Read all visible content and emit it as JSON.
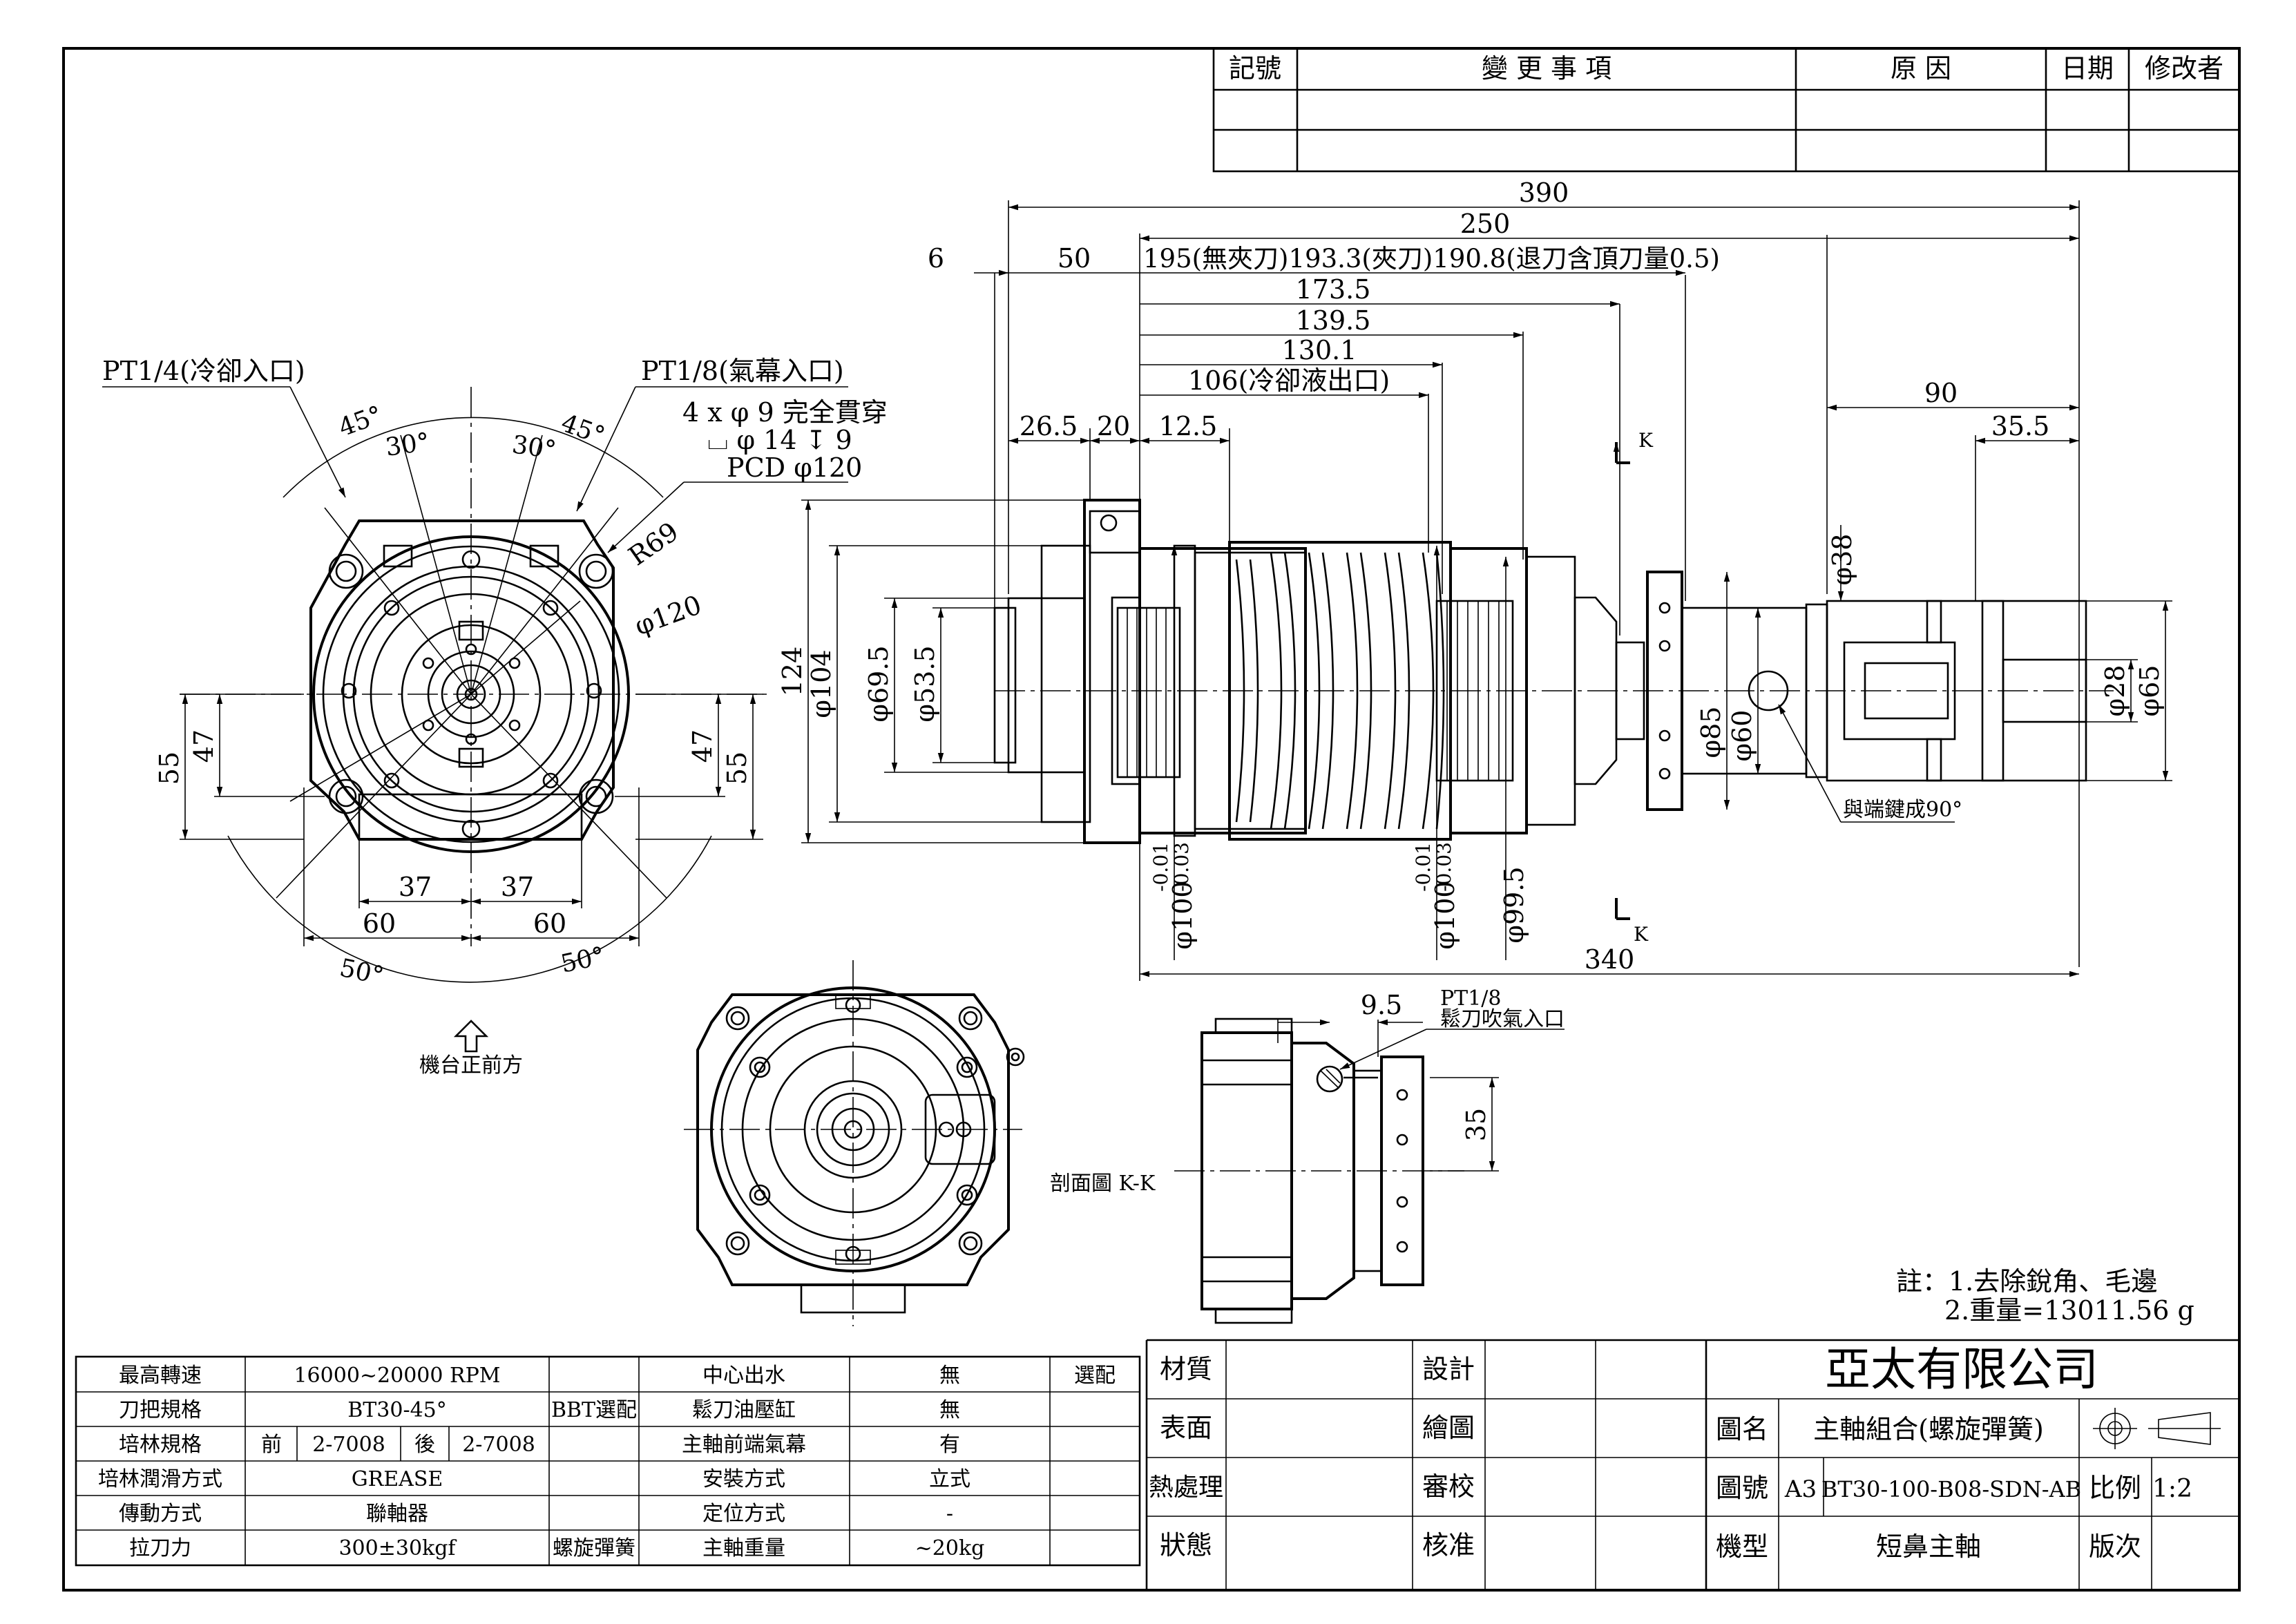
{
  "revision_table": {
    "headers": [
      "記號",
      "變 更 事 項",
      "原 因",
      "日期",
      "修改者"
    ]
  },
  "dimensions": {
    "d390": "390",
    "d250": "250",
    "d6": "6",
    "d50": "50",
    "d195": "195(無夾刀)193.3(夾刀)190.8(退刀含頂刀量0.5)",
    "d173_5": "173.5",
    "d139_5": "139.5",
    "d130_1": "130.1",
    "d106": "106(冷卻液出口)",
    "d26_5": "26.5",
    "d20": "20",
    "d12_5": "12.5",
    "d90": "90",
    "d35_5": "35.5",
    "d124": "124",
    "phi104": "φ104",
    "phi69_5": "φ69.5",
    "phi53_5": "φ53.5",
    "phi100a": "φ100",
    "tol_a_up": "-0.01",
    "tol_a_lo": "-0.03",
    "phi100b": "φ100",
    "tol_b_up": "-0.01",
    "tol_b_lo": "-0.03",
    "phi99_5": "φ99.5",
    "phi85": "φ85",
    "phi60": "φ60",
    "phi38": "φ38",
    "phi28": "φ28",
    "phi65": "φ65",
    "d340": "340",
    "sec_k_top": "K",
    "sec_k_bot": "K",
    "key_note": "與端鍵成90°",
    "pt14": "PT1/4(冷卻入口)",
    "pt18": "PT1/8(氣幕入口)",
    "holes_1": "4 x φ 9 完全貫穿",
    "holes_2": "⌴ φ 14 ↧ 9",
    "pcd": "PCD φ120",
    "r69": "R69",
    "phi120": "φ120",
    "a45l": "45°",
    "a30l": "30°",
    "a30r": "30°",
    "a45r": "45°",
    "a50l": "50°",
    "a50r": "50°",
    "d55l": "55",
    "d47l": "47",
    "d47r": "47",
    "d55r": "55",
    "d37l": "37",
    "d37r": "37",
    "d60l": "60",
    "d60r": "60",
    "front": "機台正前方",
    "section_label": "剖面圖 K-K",
    "d9_5": "9.5",
    "pt18b_1": "PT1/8",
    "pt18b_2": "鬆刀吹氣入口",
    "d35": "35"
  },
  "notes": {
    "line1": "註：1.去除銳角、毛邊",
    "line2": "2.重量=13011.56 g"
  },
  "spec_table": {
    "rows": [
      [
        "最高轉速",
        "16000~20000 RPM",
        "",
        "中心出水",
        "無",
        "選配"
      ],
      [
        "刀把規格",
        "BT30-45°",
        "BBT選配",
        "鬆刀油壓缸",
        "無",
        ""
      ],
      [
        "培林規格",
        "前|2-7008|後|2-7008",
        "",
        "主軸前端氣幕",
        "有",
        ""
      ],
      [
        "培林潤滑方式",
        "GREASE",
        "",
        "安裝方式",
        "立式",
        ""
      ],
      [
        "傳動方式",
        "聯軸器",
        "",
        "定位方式",
        "-",
        ""
      ],
      [
        "拉刀力",
        "300±30kgf",
        "螺旋彈簧",
        "主軸重量",
        "~20kg",
        ""
      ]
    ]
  },
  "title_block": {
    "material_label": "材質",
    "design_label": "設計",
    "surface_label": "表面",
    "draw_label": "繪圖",
    "heat_label": "熱處理",
    "check_label": "審校",
    "state_label": "狀態",
    "approve_label": "核准",
    "company": "亞太有限公司",
    "name_label": "圖名",
    "name_value": "主軸組合(螺旋彈簧)",
    "number_label": "圖號",
    "size": "A3",
    "number_value": "BT30-100-B08-SDN-AB",
    "scale_label": "比例",
    "scale_value": "1:2",
    "model_label": "機型",
    "model_value": "短鼻主軸",
    "version_label": "版次"
  }
}
